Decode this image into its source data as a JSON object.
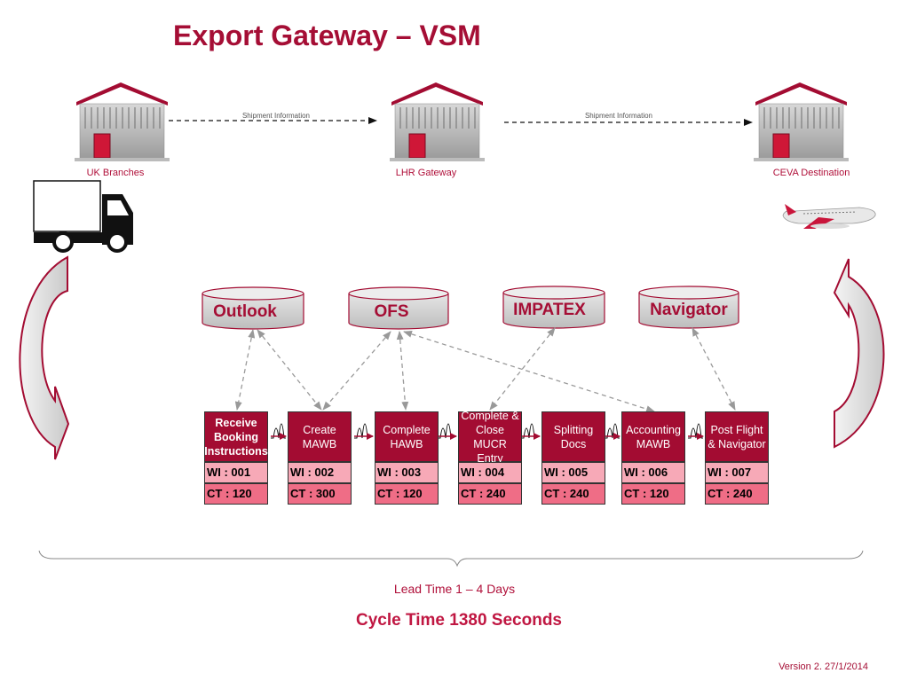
{
  "title": "Export Gateway – VSM",
  "warehouses": [
    {
      "label": "UK Branches"
    },
    {
      "label": "LHR Gateway"
    },
    {
      "label": "CEVA Destination"
    }
  ],
  "flow_labels": [
    "Shipment Information",
    "Shipment Information"
  ],
  "systems": [
    "Outlook",
    "OFS",
    "IMPATEX",
    "Navigator"
  ],
  "processes": [
    {
      "name": "Receive Booking Instructions",
      "wi": "WI : 001",
      "ct": "CT : 120"
    },
    {
      "name": "Create MAWB",
      "wi": "WI : 002",
      "ct": "CT : 300"
    },
    {
      "name": "Complete HAWB",
      "wi": "WI : 003",
      "ct": "CT : 120"
    },
    {
      "name": "Complete & Close MUCR Entry",
      "wi": "WI : 004",
      "ct": "CT : 240"
    },
    {
      "name": "Splitting Docs",
      "wi": "WI : 005",
      "ct": "CT : 240"
    },
    {
      "name": "Accounting MAWB",
      "wi": "WI : 006",
      "ct": "CT : 120"
    },
    {
      "name": "Post Flight & Navigator",
      "wi": "WI : 007",
      "ct": "CT : 240"
    }
  ],
  "lead_time": "Lead Time 1  – 4 Days",
  "cycle_time": "Cycle Time 1380 Seconds",
  "version": "Version 2. 27/1/2014",
  "colors": {
    "accent": "#a50e35",
    "process": "#a30c32",
    "wi_cell": "#f7a9b7",
    "ct_cell": "#ef6d86"
  }
}
